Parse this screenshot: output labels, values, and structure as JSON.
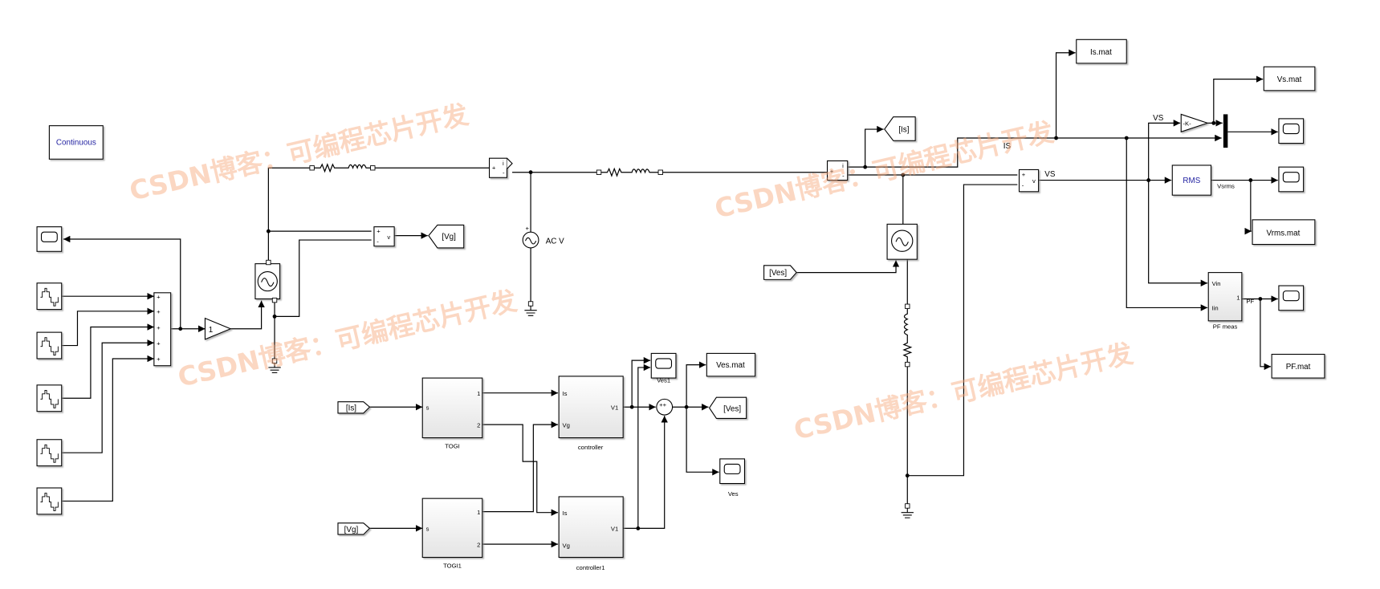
{
  "solver": {
    "label": "Continuous"
  },
  "watermark": "CSDN博客：可编程芯片开发",
  "grid_side": {
    "gain_value": "1",
    "vmeas_label": "v",
    "ammeter_label": "i",
    "plus": "+",
    "minus": "-",
    "goto_vg": "[Vg]",
    "ac_source_label": "AC V"
  },
  "load_side": {
    "goto_is": "[Is]",
    "from_ves": "[Ves]",
    "signal_is": "IS",
    "signal_vs_1": "VS",
    "signal_vs_2": "VS",
    "signal_vsrms": "Vsrms",
    "signal_pf": "PF",
    "is_mat": "Is.mat",
    "vs_mat": "Vs.mat",
    "vrms_mat": "Vrms.mat",
    "pf_mat": "PF.mat",
    "gain_k": "-K-",
    "rms": "RMS",
    "pf_block": {
      "name": "PF meas",
      "in1": "Vin",
      "in2": "Iin",
      "out": "1"
    }
  },
  "control": {
    "from_is": "[Is]",
    "from_vg": "[Vg]",
    "togi": {
      "name": "TOGI",
      "in": "s",
      "out1": "1",
      "out2": "2"
    },
    "togi1": {
      "name": "TOGI1",
      "in": "s",
      "out1": "1",
      "out2": "2"
    },
    "controller": {
      "name": "controller",
      "in1": "Is",
      "in2": "Vg",
      "out": "V1"
    },
    "controller1": {
      "name": "controller1",
      "in1": "Is",
      "in2": "Vg",
      "out": "V1"
    },
    "scope_ves1": "Ves1",
    "scope_ves": "Ves",
    "ves_mat": "Ves.mat",
    "goto_ves": "[Ves]",
    "sum_signs": "++"
  }
}
